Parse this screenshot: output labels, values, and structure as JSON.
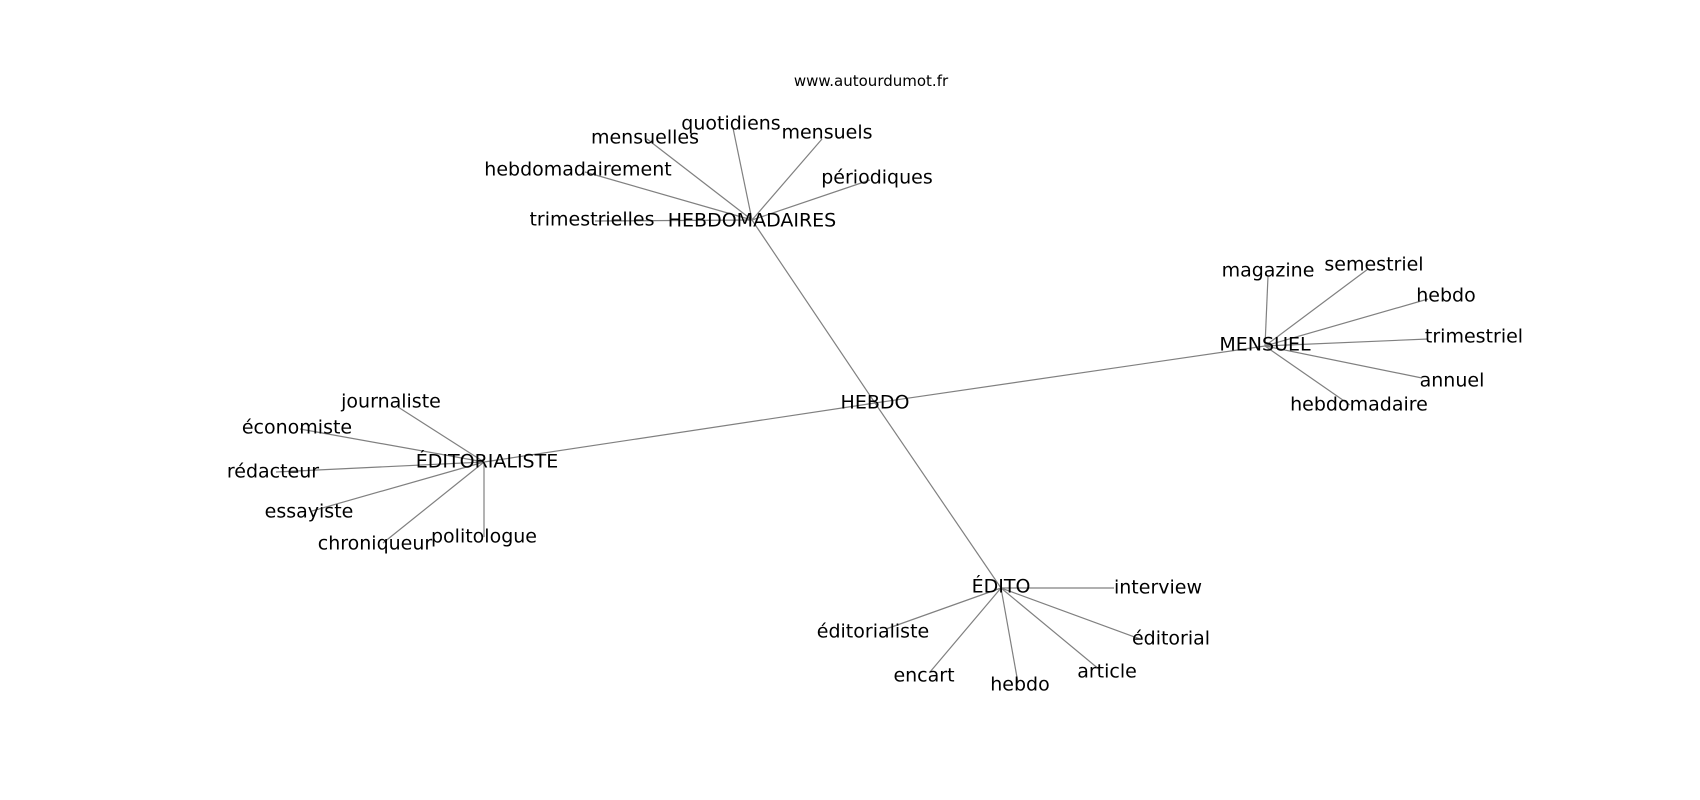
{
  "watermark": "www.autourdumot.fr",
  "graph": {
    "root": "HEBDO",
    "hubs": [
      {
        "label": "HEBDOMADAIRES",
        "leaves": [
          "quotidiens",
          "mensuelles",
          "mensuels",
          "hebdomadairement",
          "périodiques",
          "trimestrielles"
        ]
      },
      {
        "label": "MENSUEL",
        "leaves": [
          "magazine",
          "semestriel",
          "hebdo",
          "trimestriel",
          "annuel",
          "hebdomadaire"
        ]
      },
      {
        "label": "ÉDITORIALISTE",
        "leaves": [
          "journaliste",
          "économiste",
          "rédacteur",
          "essayiste",
          "chroniqueur",
          "politologue"
        ]
      },
      {
        "label": "ÉDITO",
        "leaves": [
          "interview",
          "éditorialiste",
          "éditorial",
          "encart",
          "hebdo",
          "article"
        ]
      }
    ]
  },
  "colors": {
    "edge": "#808080",
    "text": "#000000",
    "background": "#ffffff"
  }
}
